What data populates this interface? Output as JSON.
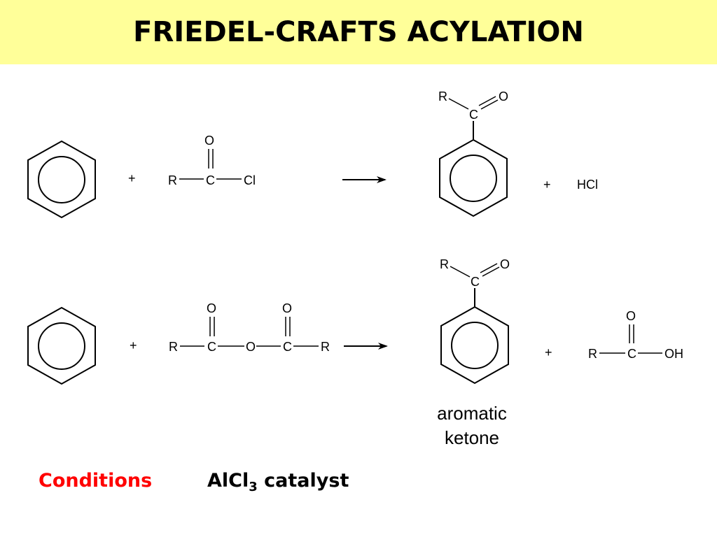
{
  "title": "FRIEDEL-CRAFTS ACYLATION",
  "atoms": {
    "R": "R",
    "C": "C",
    "O": "O",
    "Cl": "Cl",
    "OH": "OH",
    "HCl": "HCl"
  },
  "plus": "+",
  "caption": {
    "line1": "aromatic",
    "line2": "ketone"
  },
  "conditions": {
    "label": "Conditions",
    "catalyst_prefix": "AlCl",
    "catalyst_subscript": "3",
    "catalyst_suffix": " catalyst"
  },
  "colors": {
    "title_background": "#ffff99",
    "conditions_label": "#ff0000"
  }
}
